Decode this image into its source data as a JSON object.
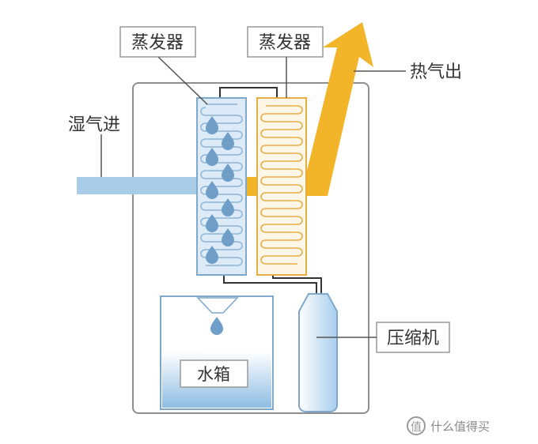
{
  "labels": {
    "evaporator_left": "蒸发器",
    "evaporator_right": "蒸发器",
    "humid_air_in": "湿气进",
    "hot_air_out": "热气出",
    "compressor": "压缩机",
    "water_tank": "水箱"
  },
  "watermark": "什么值得买",
  "colors": {
    "air_in": "#a9cde8",
    "hot_air": "#f2b52a",
    "evaporator_fill": "#dcebf7",
    "evaporator_stroke": "#7fa9cc",
    "condenser_stroke": "#e7ad45",
    "condenser_fill": "#fef6e6",
    "droplet": "#6f9fc9",
    "housing_stroke": "#8f8f8f",
    "pipe": "#333333"
  }
}
